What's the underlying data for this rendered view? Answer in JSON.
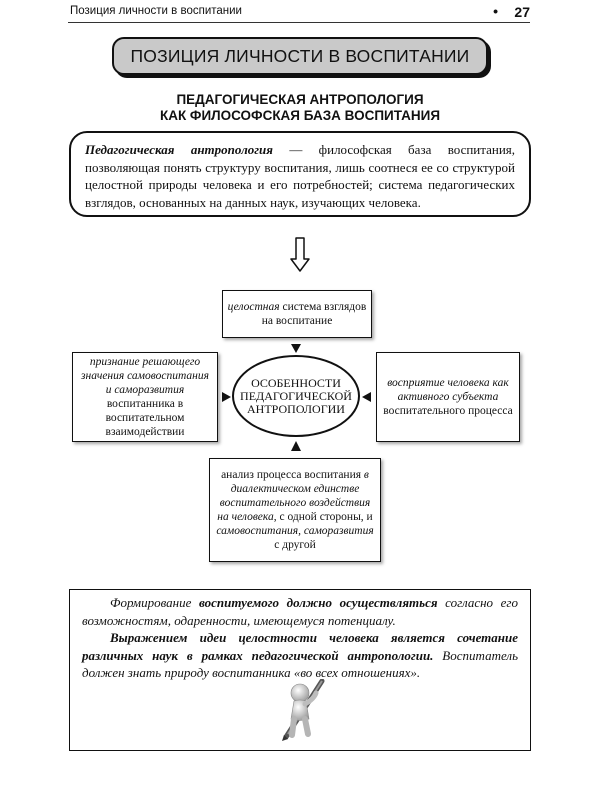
{
  "header": {
    "running_title": "Позиция личности в воспитании",
    "bullet": "•",
    "page_number": "27"
  },
  "banner": {
    "title": "ПОЗИЦИЯ ЛИЧНОСТИ В ВОСПИТАНИИ"
  },
  "subtitle": {
    "line1": "ПЕДАГОГИЧЕСКАЯ АНТРОПОЛОГИЯ",
    "line2": "КАК ФИЛОСОФСКАЯ БАЗА ВОСПИТАНИЯ"
  },
  "definition": {
    "term": "Педагогическая антропология",
    "text": " — философская база воспитания, позволяющая понять структуру воспитания, лишь соотнеся ее со структурой целостной природы человека и его потребностей; система педагогических взглядов, основанных на данных наук, изучающих человека."
  },
  "diagram": {
    "center": "ОСОБЕННОСТИ ПЕДАГОГИЧЕСКОЙ АНТРОПОЛОГИИ",
    "top": {
      "italic": "целостная",
      "rest": " система взглядов на воспитание"
    },
    "left": {
      "italic": "признание решающего значения самовоспитания и саморазвития",
      "rest": " воспитанника в воспитательном взаимодействии"
    },
    "right": {
      "italic": "восприятие человека как активного субъекта",
      "rest": " воспитательного процесса"
    },
    "bottom": {
      "p1": "анализ процесса воспитания ",
      "i1": "в диалектическом единстве воспитательного воздействия на человека",
      "p2": ", с одной стороны, и ",
      "i2": "самовоспитания, саморазвития",
      "p3": " с другой"
    }
  },
  "quote": {
    "p1_a": "Формирование ",
    "p1_b": "воспитуемого должно осуществляться",
    "p1_c": " согласно его возможностям, одаренности, имеющемуся потенциалу.",
    "p2_a": "Выражением идеи целостности человека является сочетание различных наук в рамках педагогической антропологии.",
    "p2_b": " Воспитатель должен знать природу воспитанника «во всех отношениях»."
  },
  "icons": [
    "down-arrow-icon",
    "person-with-pen-icon"
  ]
}
